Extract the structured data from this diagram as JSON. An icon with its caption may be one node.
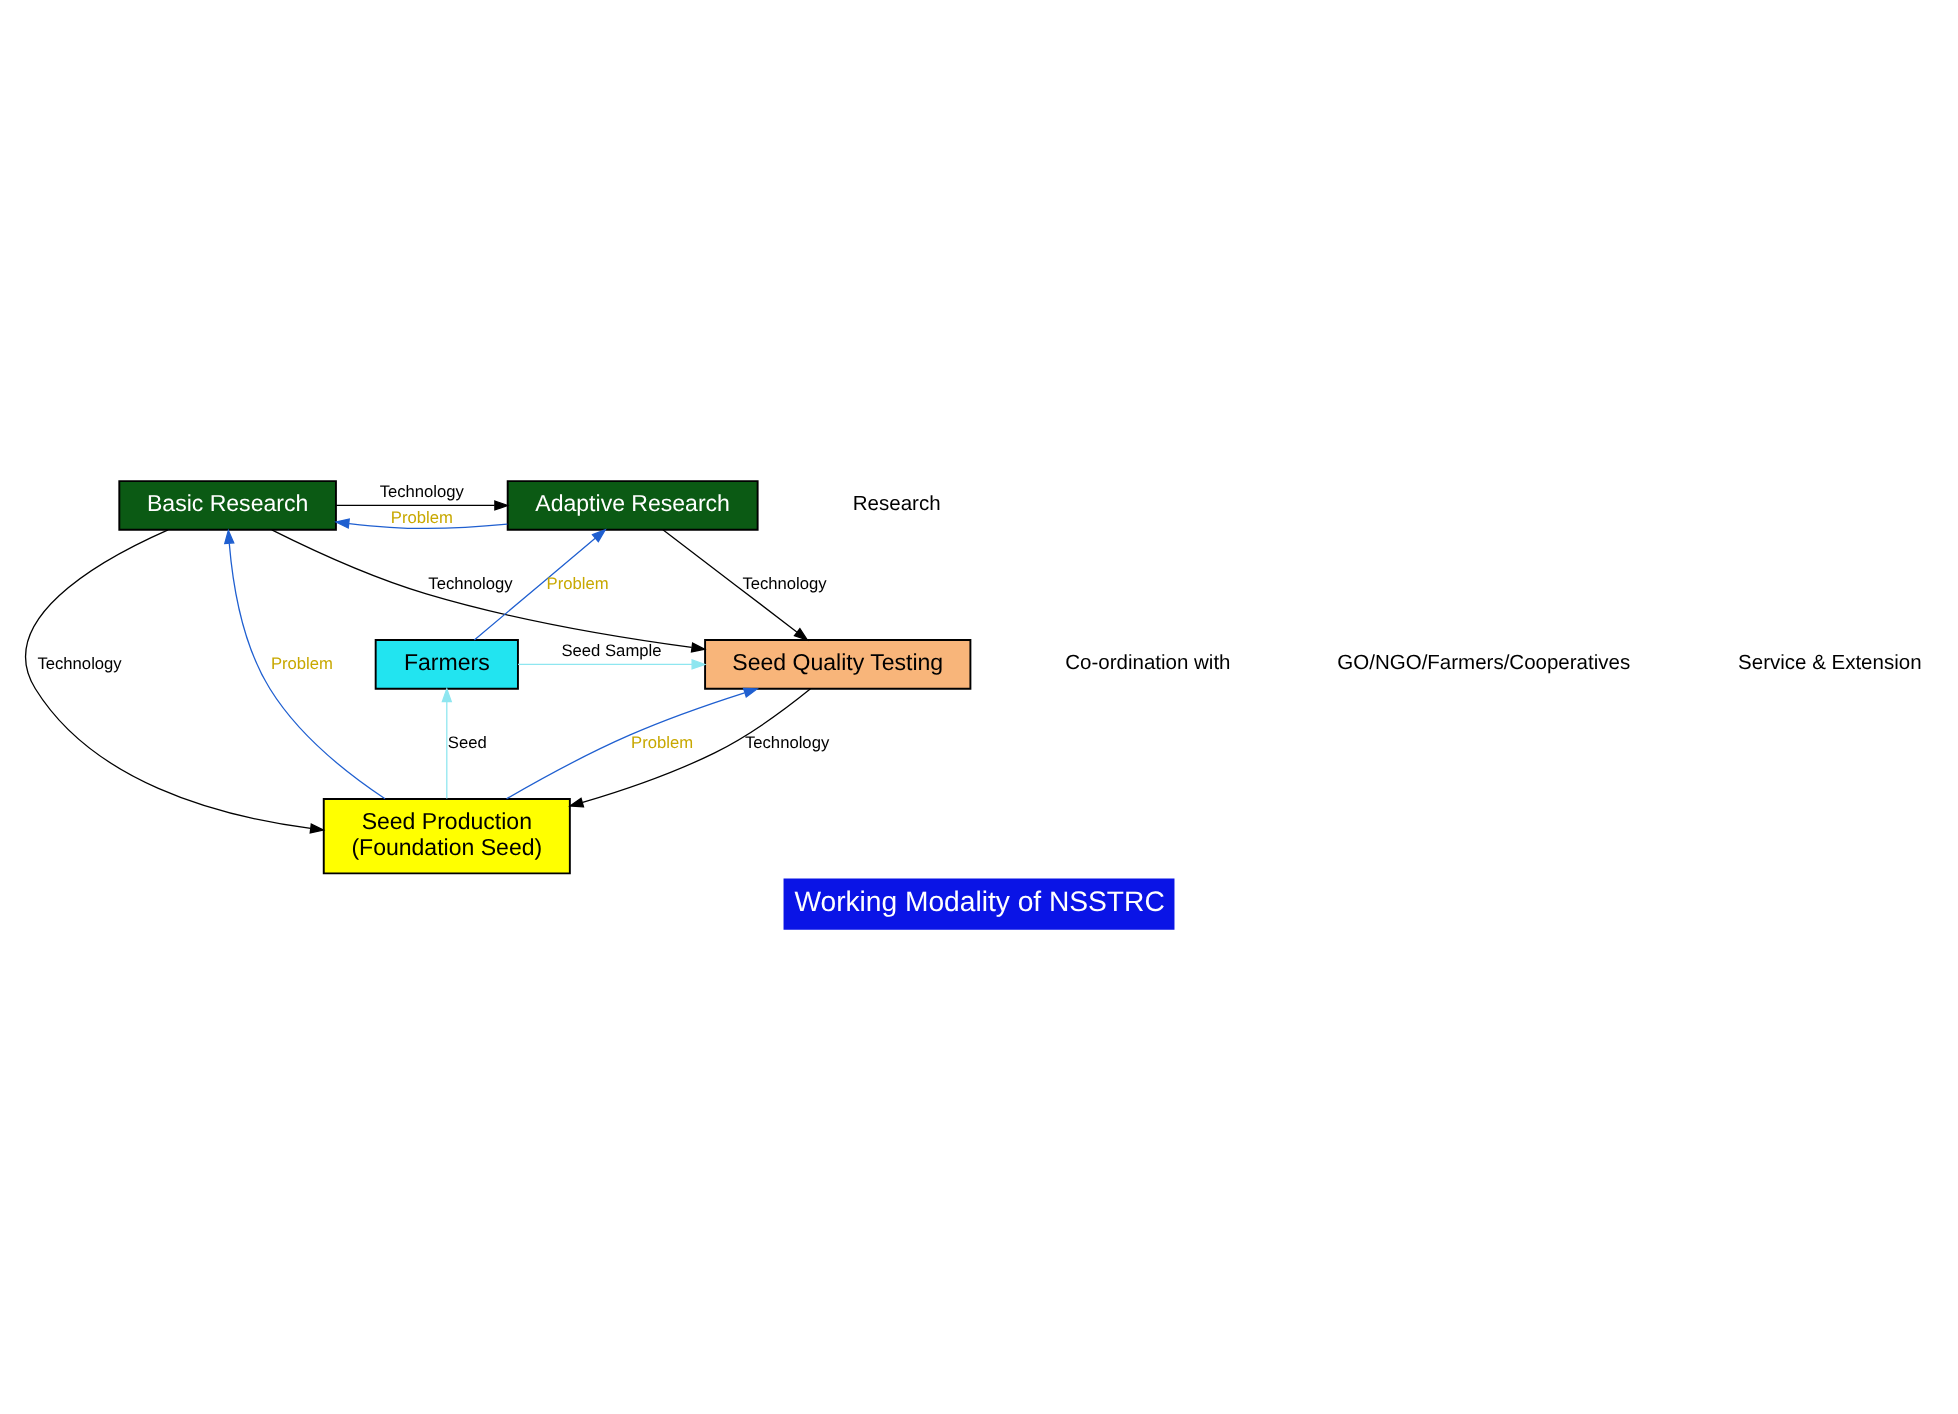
{
  "diagram": {
    "title": "Working Modality of NSSTRC",
    "nodes": [
      {
        "text": [
          "Basic Research"
        ]
      },
      {
        "text": [
          "Adaptive Research"
        ]
      },
      {
        "text": [
          "Seed Quality Testing"
        ]
      },
      {
        "text": [
          "Farmers"
        ]
      },
      {
        "text": [
          "Seed Production",
          "(Foundation Seed)"
        ]
      }
    ],
    "edges": [
      {
        "from": 0,
        "to": 1,
        "arrow": "to",
        "label": "Technology"
      },
      {
        "from": 1,
        "to": 0,
        "arrow": "to",
        "label": "Problem",
        "color": "#1f5fd0"
      },
      {
        "from": 0,
        "to": 2,
        "arrow": "to",
        "label": "Technology"
      },
      {
        "from": 1,
        "to": 2,
        "arrow": "to",
        "label": "Technology"
      },
      {
        "from": 0,
        "to": 4,
        "arrow": "to",
        "label": "Technology"
      },
      {
        "from": 4,
        "to": 0,
        "arrow": "to",
        "label": "Problem",
        "color": "#1f5fd0"
      },
      {
        "from": 2,
        "to": 4,
        "arrow": "to",
        "label": "Technology"
      },
      {
        "from": 4,
        "to": 2,
        "arrow": "to",
        "label": "Problem",
        "color": "#1f5fd0"
      },
      {
        "from": 3,
        "to": 2,
        "arrow": "to",
        "label": "Seed Sample",
        "color": "#8ee6f0"
      },
      {
        "from": 4,
        "to": 3,
        "arrow": "to",
        "label": "Seed",
        "color": "#8ee6f0"
      },
      {
        "from": 3,
        "to": 1,
        "arrow": "to",
        "label": "Problem",
        "color": "#1f5fd0"
      }
    ],
    "labels": [
      "Co-ordination with",
      "GO/NGO/Farmers/Cooperatives",
      "Research",
      "Service & Extension"
    ]
  }
}
